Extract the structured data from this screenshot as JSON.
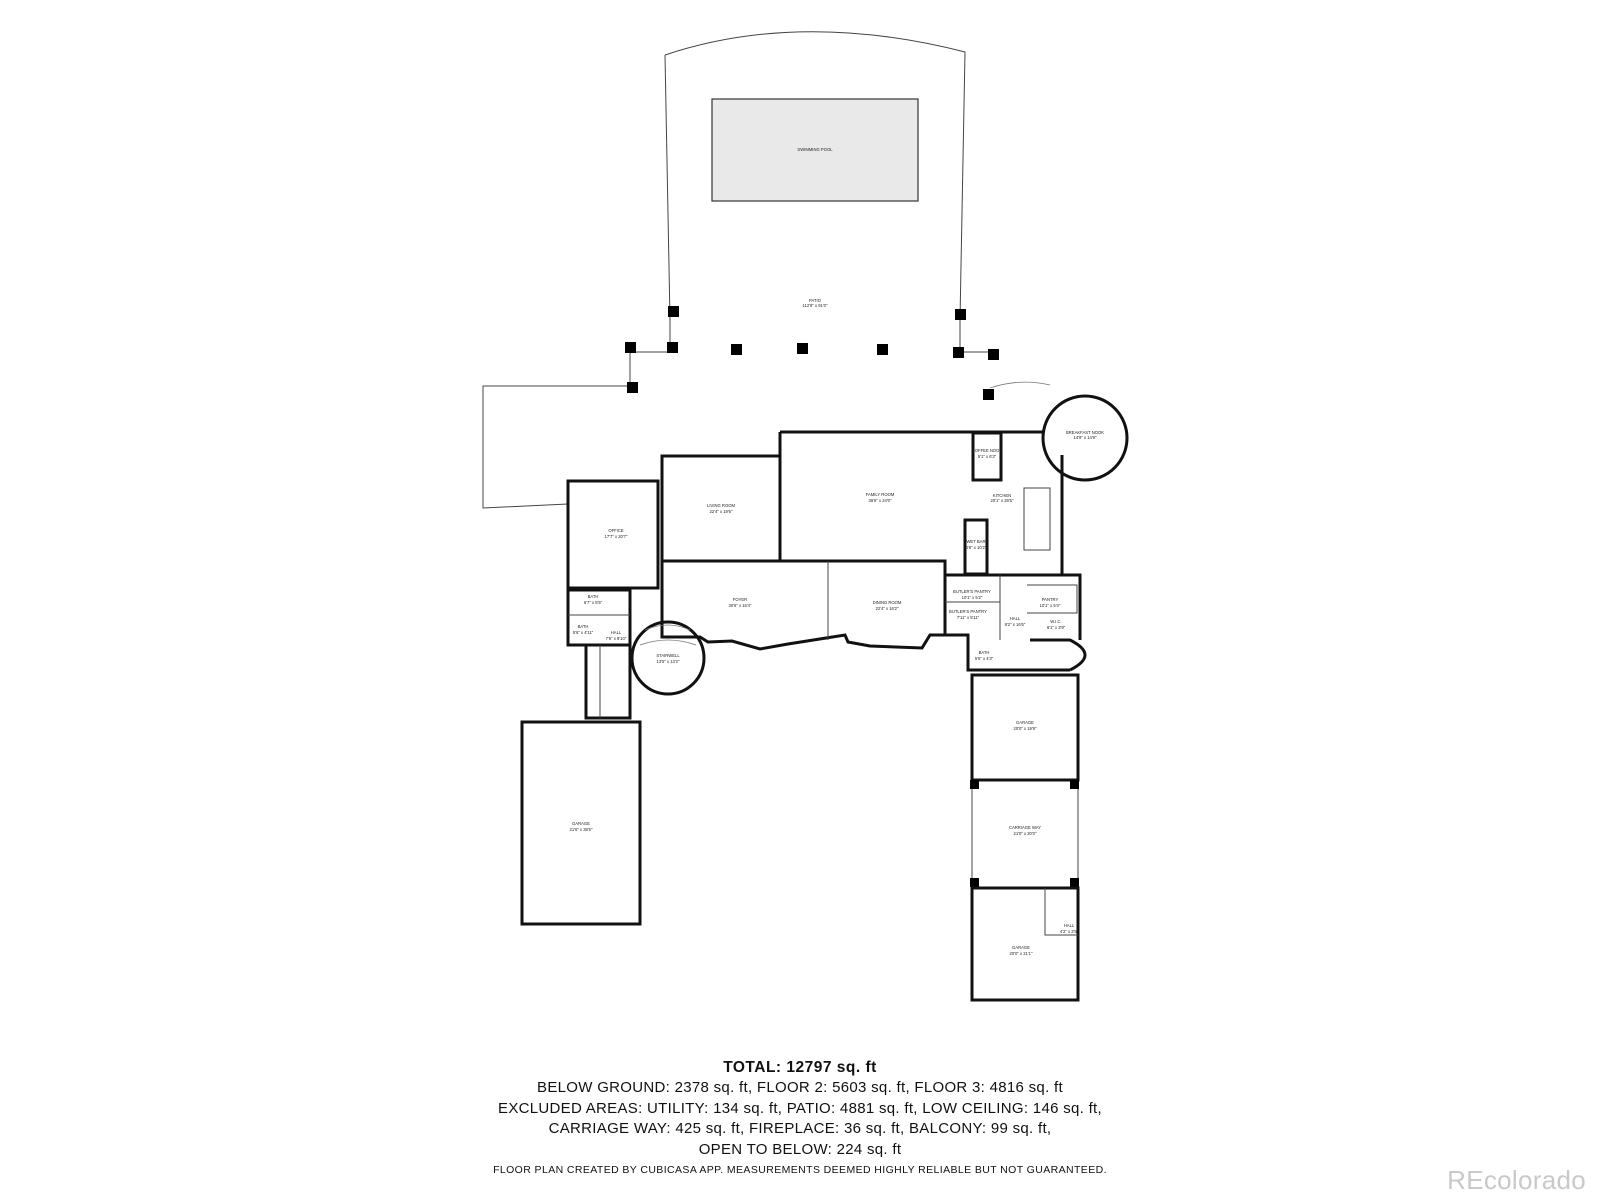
{
  "rooms": [
    {
      "id": "pool",
      "name": "SWIMMING POOL",
      "dims": ""
    },
    {
      "id": "patio",
      "name": "PATIO",
      "dims": "112'8\" x 91'0\""
    },
    {
      "id": "breakfast",
      "name": "BREAKFAST NOOK",
      "dims": "14'9\" x 14'9\""
    },
    {
      "id": "coffee",
      "name": "COFFEE NOOK",
      "dims": "5'1\" x 6'3\""
    },
    {
      "id": "family",
      "name": "FAMILY ROOM",
      "dims": "36'6\" x 24'0\""
    },
    {
      "id": "kitchen",
      "name": "KITCHEN",
      "dims": "20'1\" x 28'5\""
    },
    {
      "id": "living",
      "name": "LIVING ROOM",
      "dims": "22'4\" x 19'6\""
    },
    {
      "id": "office",
      "name": "OFFICE",
      "dims": "17'7\" x 20'7\""
    },
    {
      "id": "wetbar",
      "name": "WET BAR",
      "dims": "4'8\" x 10'2\""
    },
    {
      "id": "foyer",
      "name": "FOYER",
      "dims": "30'6\" x 16'4\""
    },
    {
      "id": "dining",
      "name": "DINING ROOM",
      "dims": "22'4\" x 16'2\""
    },
    {
      "id": "butler1",
      "name": "BUTLER'S PANTRY",
      "dims": "10'1\" x 5'2\""
    },
    {
      "id": "butler2",
      "name": "BUTLER'S PANTRY",
      "dims": "7'11\" x 5'11\""
    },
    {
      "id": "pantry",
      "name": "PANTRY",
      "dims": "10'1\" x 5'4\""
    },
    {
      "id": "hall1",
      "name": "HALL",
      "dims": "8'2\" x 16'6\""
    },
    {
      "id": "wic",
      "name": "W.I.C.",
      "dims": "6'1\" x 3'9\""
    },
    {
      "id": "bath1",
      "name": "BATH",
      "dims": "6'7\" x 5'5\""
    },
    {
      "id": "bath2",
      "name": "BATH",
      "dims": "5'6\" x 4'11\""
    },
    {
      "id": "hall2",
      "name": "HALL",
      "dims": "7'6\" x 8'10\""
    },
    {
      "id": "stair",
      "name": "STAIRWELL",
      "dims": "13'5\" x 13'2\""
    },
    {
      "id": "bath3",
      "name": "BATH",
      "dims": "5'5\" x 4'3\""
    },
    {
      "id": "garage1",
      "name": "GARAGE",
      "dims": "20'0\" x 19'9\""
    },
    {
      "id": "carriage",
      "name": "CARRIAGE WAY",
      "dims": "21'0\" x 20'0\""
    },
    {
      "id": "garage2",
      "name": "GARAGE",
      "dims": "21'6\" x 38'5\""
    },
    {
      "id": "garage3",
      "name": "GARAGE",
      "dims": "20'0\" x 21'1\""
    },
    {
      "id": "hall3",
      "name": "HALL",
      "dims": "4'2\" x 2'5\""
    }
  ],
  "summary": {
    "total": "TOTAL: 12797 sq. ft",
    "lines": [
      "BELOW GROUND: 2378 sq. ft, FLOOR 2: 5603 sq. ft, FLOOR 3: 4816 sq. ft",
      "EXCLUDED AREAS: UTILITY: 134 sq. ft, PATIO: 4881 sq. ft, LOW CEILING: 146 sq. ft,",
      "CARRIAGE WAY: 425 sq. ft, FIREPLACE: 36 sq. ft, BALCONY: 99 sq. ft,",
      "OPEN TO BELOW: 224 sq. ft"
    ],
    "disclaimer": "FLOOR PLAN CREATED BY CUBICASA APP. MEASUREMENTS DEEMED HIGHLY RELIABLE BUT NOT GUARANTEED."
  },
  "watermark": "REcolorado"
}
